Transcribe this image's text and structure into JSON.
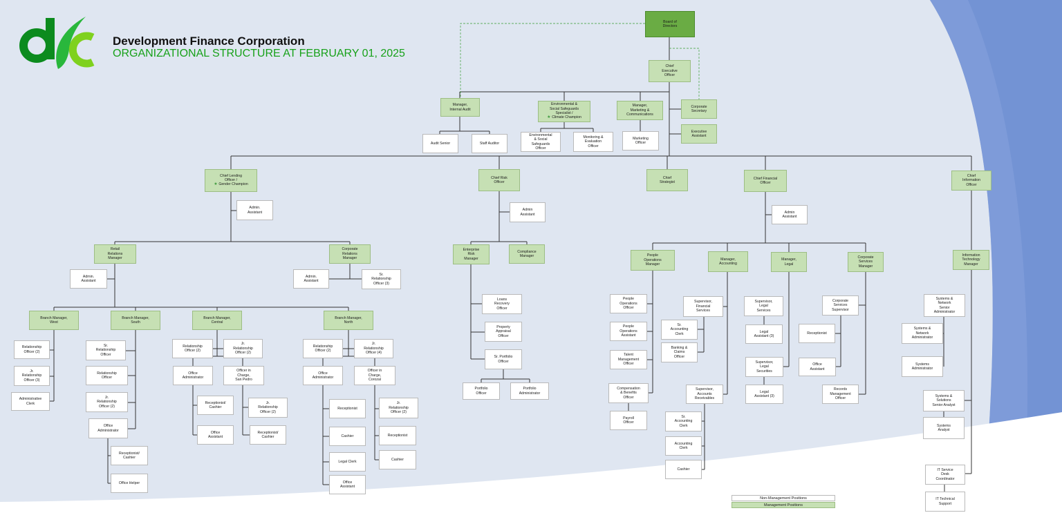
{
  "header": {
    "title": "Development Finance Corporation",
    "subtitle": "ORGANIZATIONAL STRUCTURE AT FEBRUARY 01,  2025"
  },
  "colors": {
    "management": "#c6e0b4",
    "non_management": "#ffffff",
    "board": "#6aac44",
    "brand_green": "#17a119",
    "background": "#dfe6f1",
    "accent_blue": "#6f90d3"
  },
  "legend": {
    "non_management": "Non-Management Positions",
    "management": "Management Positions"
  },
  "positions": [
    {
      "id": "board",
      "text": "Board of\nDirectors",
      "kind": "bd"
    },
    {
      "id": "ceo",
      "text": "Chief\nExecutive\nOfficer",
      "kind": "mg"
    },
    {
      "id": "mgr-audit",
      "text": "Manager,\nInternal Audit",
      "kind": "mg"
    },
    {
      "id": "audit-senior",
      "text": "Audit Senior",
      "kind": "nm"
    },
    {
      "id": "staff-auditor",
      "text": "Staff Auditor",
      "kind": "nm"
    },
    {
      "id": "env-specialist",
      "text": "Environmental &\nSocial Safeguards\nSpecialist /",
      "star": "Climate Champion",
      "kind": "mg"
    },
    {
      "id": "env-officer",
      "text": "Environmental\n& Social\nSafeguards\nOfficer",
      "kind": "nm"
    },
    {
      "id": "monitoring-officer",
      "text": "Monitoring &\nEvaluation\nOfficer",
      "kind": "nm"
    },
    {
      "id": "mgr-marketing",
      "text": "Manager,\nMarketing &\nCommunications",
      "kind": "mg"
    },
    {
      "id": "marketing-officer",
      "text": "Marketing\nOfficer",
      "kind": "nm"
    },
    {
      "id": "corp-secretary",
      "text": "Corporate\nSecretary",
      "kind": "mg"
    },
    {
      "id": "exec-assistant",
      "text": "Executive\nAssistant",
      "kind": "mg"
    },
    {
      "id": "clo",
      "text": "Chief Lending\nOfficer /",
      "star": "Gender Champion",
      "kind": "mg"
    },
    {
      "id": "clo-admin",
      "text": "Admin.\nAssistant",
      "kind": "nm"
    },
    {
      "id": "retail-mgr",
      "text": "Retail\nRelations\nManager",
      "kind": "mg"
    },
    {
      "id": "retail-admin",
      "text": "Admin.\nAssistant",
      "kind": "nm"
    },
    {
      "id": "corp-rel-mgr",
      "text": "Corporate\nRelations\nManager",
      "kind": "mg"
    },
    {
      "id": "corp-rel-admin",
      "text": "Admin.\nAssistant",
      "kind": "nm"
    },
    {
      "id": "corp-rel-sro",
      "text": "Sr.\nRelationship\nOfficer (3)",
      "kind": "nm"
    },
    {
      "id": "bm-west",
      "text": "Branch Manager,\nWest",
      "kind": "mg"
    },
    {
      "id": "west-ro",
      "text": "Relationship\nOfficer (2)",
      "kind": "nm"
    },
    {
      "id": "west-jro",
      "text": "Jr.\nRelationship\nOfficer (3)",
      "kind": "nm"
    },
    {
      "id": "west-clerk",
      "text": "Administrative\nClerk",
      "kind": "nm"
    },
    {
      "id": "bm-south",
      "text": "Branch Manager,\nSouth",
      "kind": "mg"
    },
    {
      "id": "south-sro",
      "text": "Sr.\nRelationship\nOfficer",
      "kind": "nm"
    },
    {
      "id": "south-ro",
      "text": "Relationship\nOfficer",
      "kind": "nm"
    },
    {
      "id": "south-jro",
      "text": "Jr.\nRelationship\nOfficer (2)",
      "kind": "nm"
    },
    {
      "id": "south-oa",
      "text": "Office\nAdministrator",
      "kind": "nm"
    },
    {
      "id": "south-rc",
      "text": "Receptionist/\nCashier",
      "kind": "nm"
    },
    {
      "id": "south-oh",
      "text": "Office Helper",
      "kind": "nm"
    },
    {
      "id": "bm-central",
      "text": "Branch Manager,\nCentral",
      "kind": "mg"
    },
    {
      "id": "central-ro",
      "text": "Relationship\nOfficer (2)",
      "kind": "nm"
    },
    {
      "id": "central-jro",
      "text": "Jr.\nRelationship\nOfficer (2)",
      "kind": "nm"
    },
    {
      "id": "central-oa",
      "text": "Office\nAdministrator",
      "kind": "nm"
    },
    {
      "id": "central-oic",
      "text": "Officer in\nCharge,\nSan Pedro",
      "kind": "nm"
    },
    {
      "id": "central-rc1",
      "text": "Receptionist/\nCashier",
      "kind": "nm"
    },
    {
      "id": "central-asst",
      "text": "Office\nAssistant",
      "kind": "nm"
    },
    {
      "id": "central-jro2",
      "text": "Jr.\nRelationship\nOfficer (2)",
      "kind": "nm"
    },
    {
      "id": "central-rc2",
      "text": "Receptionist/\nCashier",
      "kind": "nm"
    },
    {
      "id": "bm-north",
      "text": "Branch Manager,\nNorth",
      "kind": "mg"
    },
    {
      "id": "north-ro",
      "text": "Relationship\nOfficer (2)",
      "kind": "nm"
    },
    {
      "id": "north-jro",
      "text": "Jr.\nRelationship\nOfficer (4)",
      "kind": "nm"
    },
    {
      "id": "north-oa",
      "text": "Office\nAdministrator",
      "kind": "nm"
    },
    {
      "id": "north-oic",
      "text": "Officer in\nCharge,\nCorozal",
      "kind": "nm"
    },
    {
      "id": "north-recep",
      "text": "Receptionist",
      "kind": "nm"
    },
    {
      "id": "north-cashier",
      "text": "Cashier",
      "kind": "nm"
    },
    {
      "id": "north-legal",
      "text": "Legal Clerk",
      "kind": "nm"
    },
    {
      "id": "north-asst",
      "text": "Office\nAssistant",
      "kind": "nm"
    },
    {
      "id": "north-jro2",
      "text": "Jr.\nRelationship\nOfficer (2)",
      "kind": "nm"
    },
    {
      "id": "north-recep2",
      "text": "Receptionist",
      "kind": "nm"
    },
    {
      "id": "north-cashier2",
      "text": "Cashier",
      "kind": "nm"
    },
    {
      "id": "cro",
      "text": "Chief Risk\nOfficer",
      "kind": "mg"
    },
    {
      "id": "cro-admin",
      "text": "Admin\nAssistant",
      "kind": "nm"
    },
    {
      "id": "erm",
      "text": "Enterprise\nRisk\nManager",
      "kind": "mg"
    },
    {
      "id": "compliance",
      "text": "Compliance\nManager",
      "kind": "mg"
    },
    {
      "id": "loans-recovery",
      "text": "Loans\nRecovery\nOfficer",
      "kind": "nm"
    },
    {
      "id": "property-appraisal",
      "text": "Property\nAppraisal\nOfficer",
      "kind": "nm"
    },
    {
      "id": "sr-portfolio",
      "text": "Sr. Portfolio\nOfficer",
      "kind": "nm"
    },
    {
      "id": "portfolio-officer",
      "text": "Portfolio\nOfficer",
      "kind": "nm"
    },
    {
      "id": "portfolio-admin",
      "text": "Portfolio\nAdministrator",
      "kind": "nm"
    },
    {
      "id": "strategist",
      "text": "Chief\nStrategist",
      "kind": "mg"
    },
    {
      "id": "cfo",
      "text": "Chief Financial\nOfficer",
      "kind": "mg"
    },
    {
      "id": "cfo-admin",
      "text": "Admin\nAssistant",
      "kind": "nm"
    },
    {
      "id": "people-mgr",
      "text": "People\nOperations\nManager",
      "kind": "mg"
    },
    {
      "id": "people-officer",
      "text": "People\nOperations\nOfficer",
      "kind": "nm"
    },
    {
      "id": "people-asst",
      "text": "People\nOperations\nAssistant",
      "kind": "nm"
    },
    {
      "id": "talent",
      "text": "Talent\nManagement\nOfficer",
      "kind": "nm"
    },
    {
      "id": "comp-benefits",
      "text": "Compensation\n& Benefits\nOfficer",
      "kind": "nm"
    },
    {
      "id": "payroll",
      "text": "Payroll\nOfficer",
      "kind": "nm"
    },
    {
      "id": "mgr-accounting",
      "text": "Manager,\nAccounting",
      "kind": "mg"
    },
    {
      "id": "sup-fin",
      "text": "Supervisor,\nFinancial\nServices",
      "kind": "nm"
    },
    {
      "id": "sr-acc-clerk1",
      "text": "Sr.\nAccounting\nClerk",
      "kind": "nm"
    },
    {
      "id": "banking",
      "text": "Banking &\nClaims\nOfficer",
      "kind": "nm"
    },
    {
      "id": "sup-ar",
      "text": "Supervisor,\nAccounts\nReceivables",
      "kind": "nm"
    },
    {
      "id": "sr-acc-clerk2",
      "text": "Sr.\nAccounting\nClerk",
      "kind": "nm"
    },
    {
      "id": "acc-clerk",
      "text": "Accounting\nClerk",
      "kind": "nm"
    },
    {
      "id": "fin-cashier",
      "text": "Cashier",
      "kind": "nm"
    },
    {
      "id": "mgr-legal",
      "text": "Manager,\nLegal",
      "kind": "mg"
    },
    {
      "id": "sup-legal-svc",
      "text": "Supervisor,\nLegal\nServices",
      "kind": "nm"
    },
    {
      "id": "legal-asst1",
      "text": "Legal\nAssistant (3)",
      "kind": "nm"
    },
    {
      "id": "sup-legal-sec",
      "text": "Supervisor,\nLegal\nSecurities",
      "kind": "nm"
    },
    {
      "id": "legal-asst2",
      "text": "Legal\nAssistant (3)",
      "kind": "nm"
    },
    {
      "id": "corp-svc-mgr",
      "text": "Corporate\nServices\nManager",
      "kind": "mg"
    },
    {
      "id": "corp-svc-sup",
      "text": "Corporate\nServices\nSupervisor",
      "kind": "nm"
    },
    {
      "id": "corp-recep",
      "text": "Receptionist",
      "kind": "nm"
    },
    {
      "id": "corp-asst",
      "text": "Office\nAssistant",
      "kind": "nm"
    },
    {
      "id": "records",
      "text": "Records\nManagement\nOfficer",
      "kind": "nm"
    },
    {
      "id": "cio",
      "text": "Chief\nInformation\nOfficer",
      "kind": "mg"
    },
    {
      "id": "it-mgr",
      "text": "Information\nTechnology\nManager",
      "kind": "mg"
    },
    {
      "id": "sys-net-senior",
      "text": "Systems &\nNetwork\nSenior\nAdministrator",
      "kind": "nm"
    },
    {
      "id": "sys-net-admin",
      "text": "Systems &\nNetwork\nAdministrator",
      "kind": "nm"
    },
    {
      "id": "sys-admin",
      "text": "Systems\nAdministrator",
      "kind": "nm"
    },
    {
      "id": "sys-sol-senior",
      "text": "Systems &\nSolutions\nSenior Analyst",
      "kind": "nm"
    },
    {
      "id": "sys-analyst",
      "text": "Systems\nAnalyst",
      "kind": "nm"
    },
    {
      "id": "service-desk",
      "text": "IT Service\nDesk\nCoordinator",
      "kind": "nm"
    },
    {
      "id": "it-support",
      "text": "IT Technical\nSupport",
      "kind": "nm"
    }
  ]
}
